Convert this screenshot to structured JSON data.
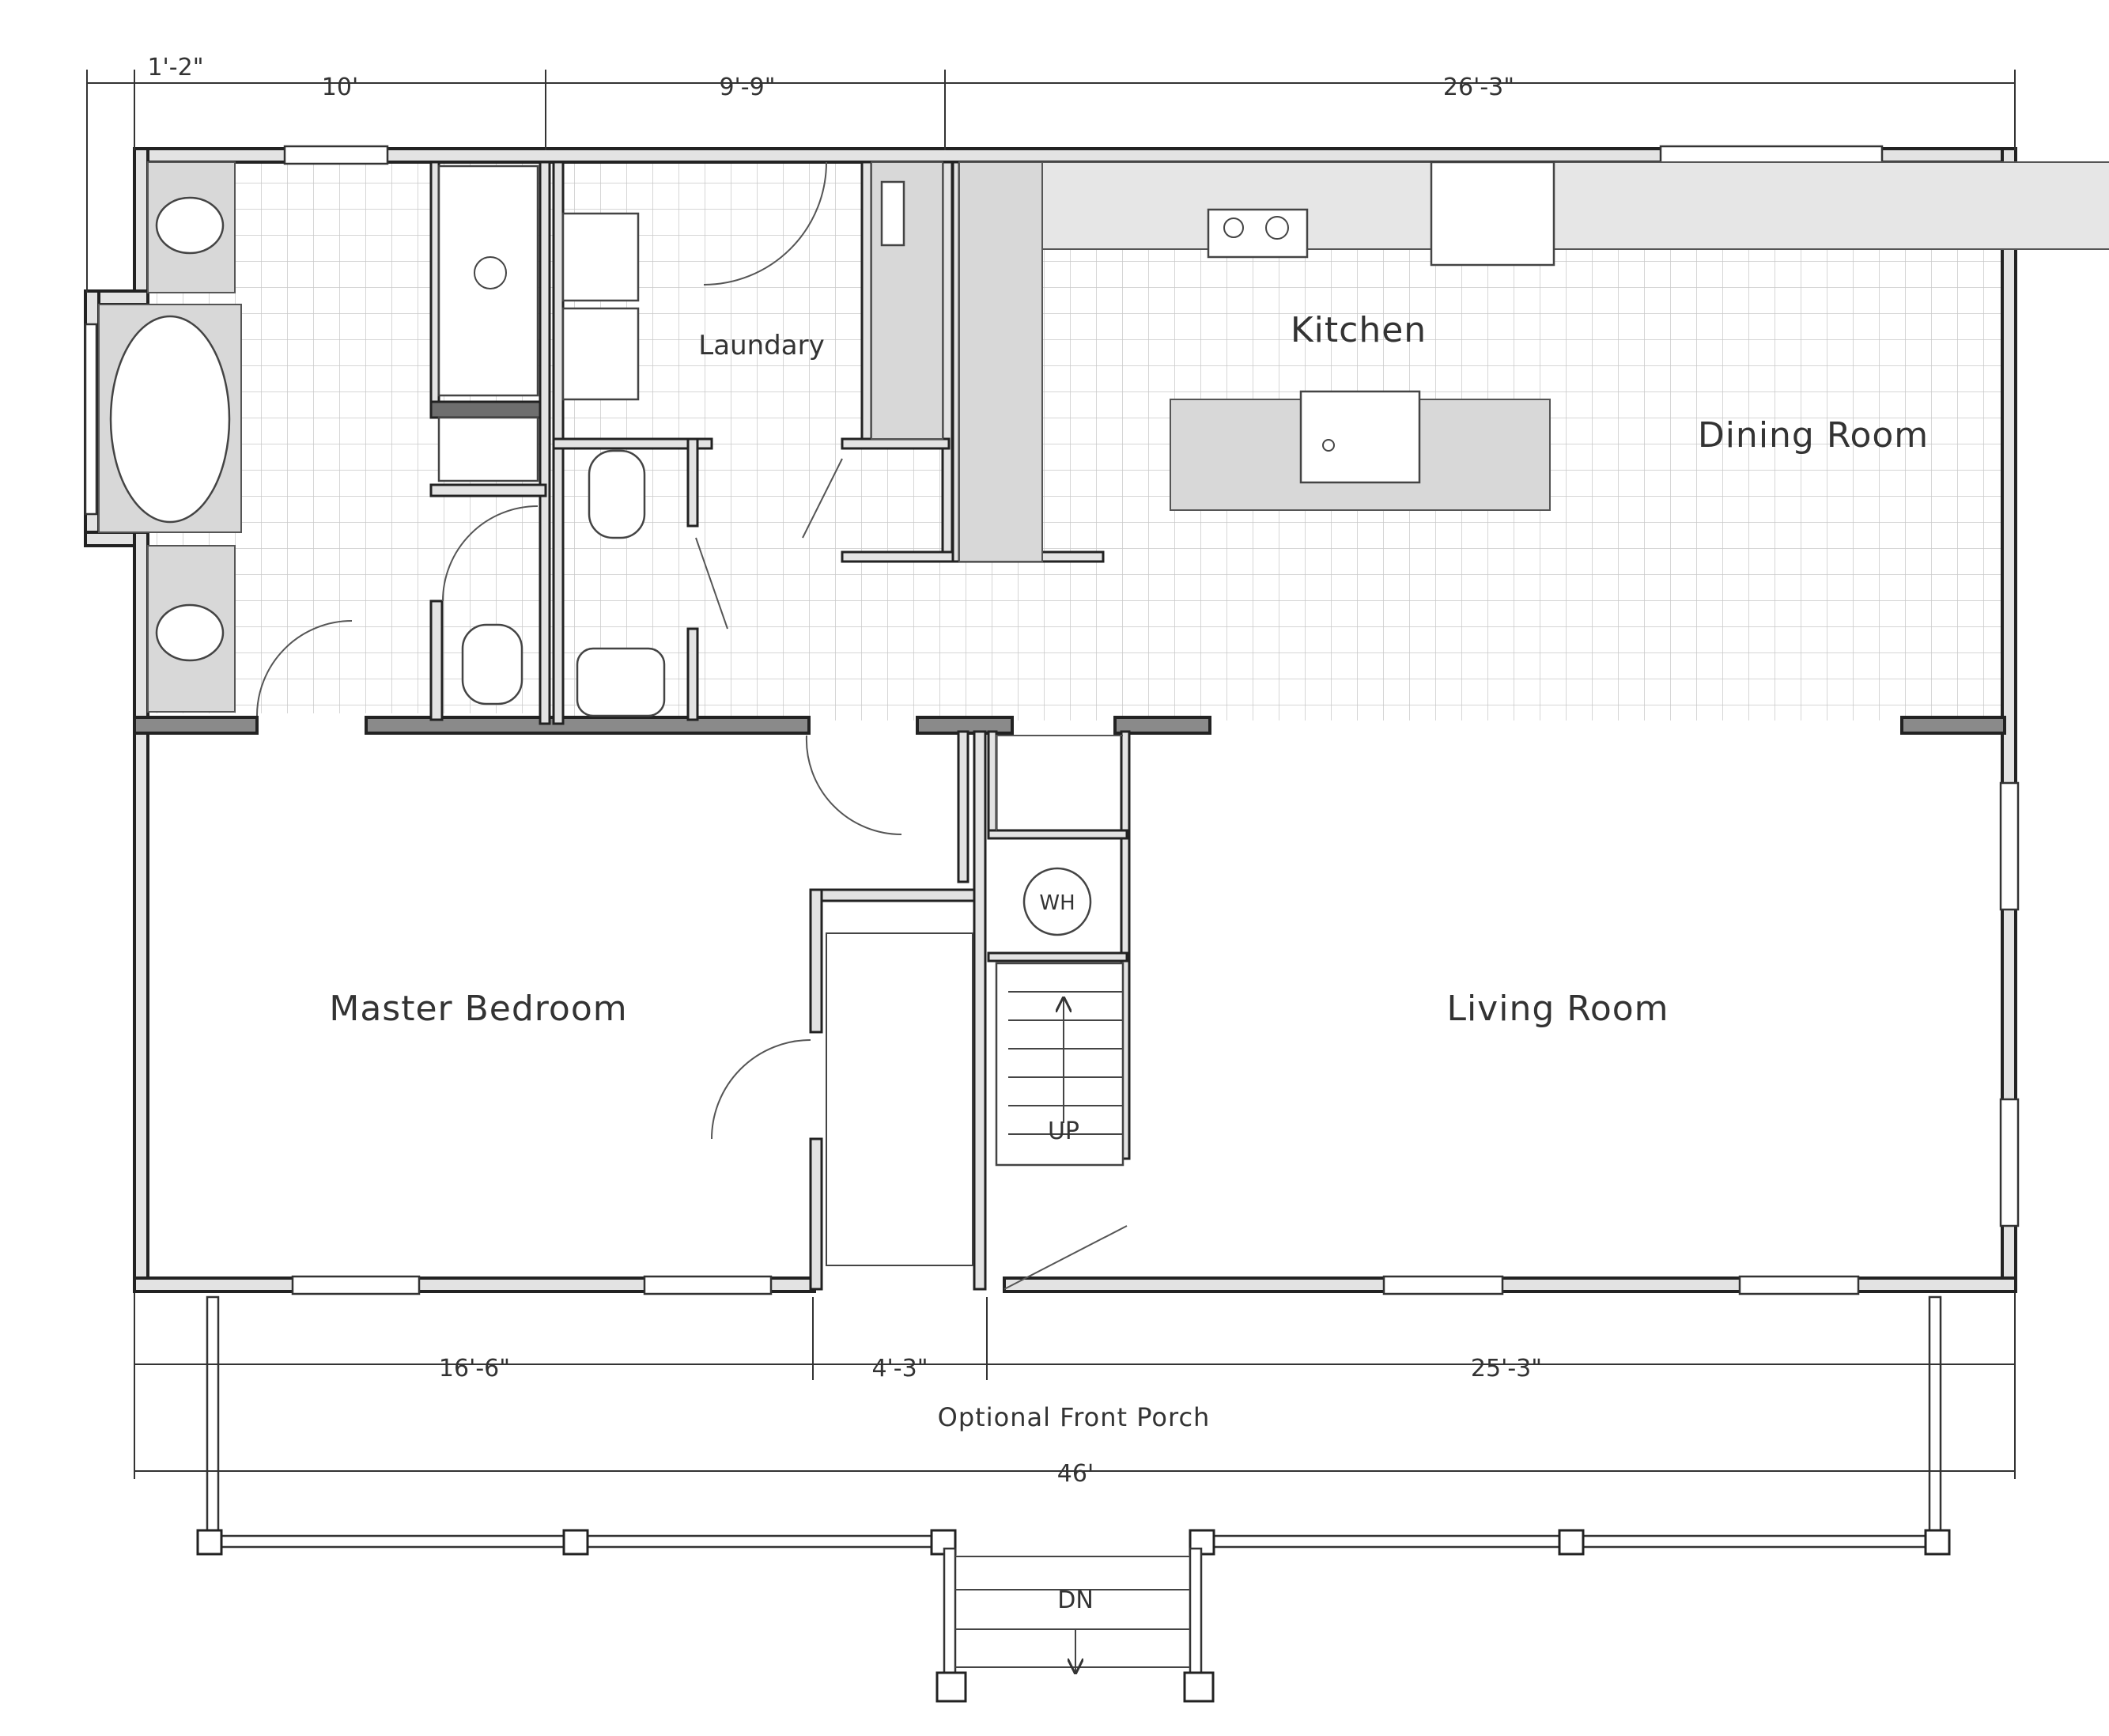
{
  "rooms": {
    "kitchen": "Kitchen",
    "dining": "Dining Room",
    "laundry": "Laundary",
    "master": "Master Bedroom",
    "living": "Living Room"
  },
  "labels": {
    "water_heater": "WH",
    "stairs_up": "UP",
    "stairs_down": "DN",
    "porch": "Optional Front Porch"
  },
  "dimensions": {
    "top": [
      "1'-2\"",
      "10'",
      "9'-9\"",
      "26'-3\""
    ],
    "bottom": [
      "16'-6\"",
      "4'-3\"",
      "25'-3\""
    ],
    "overall": "46'"
  }
}
